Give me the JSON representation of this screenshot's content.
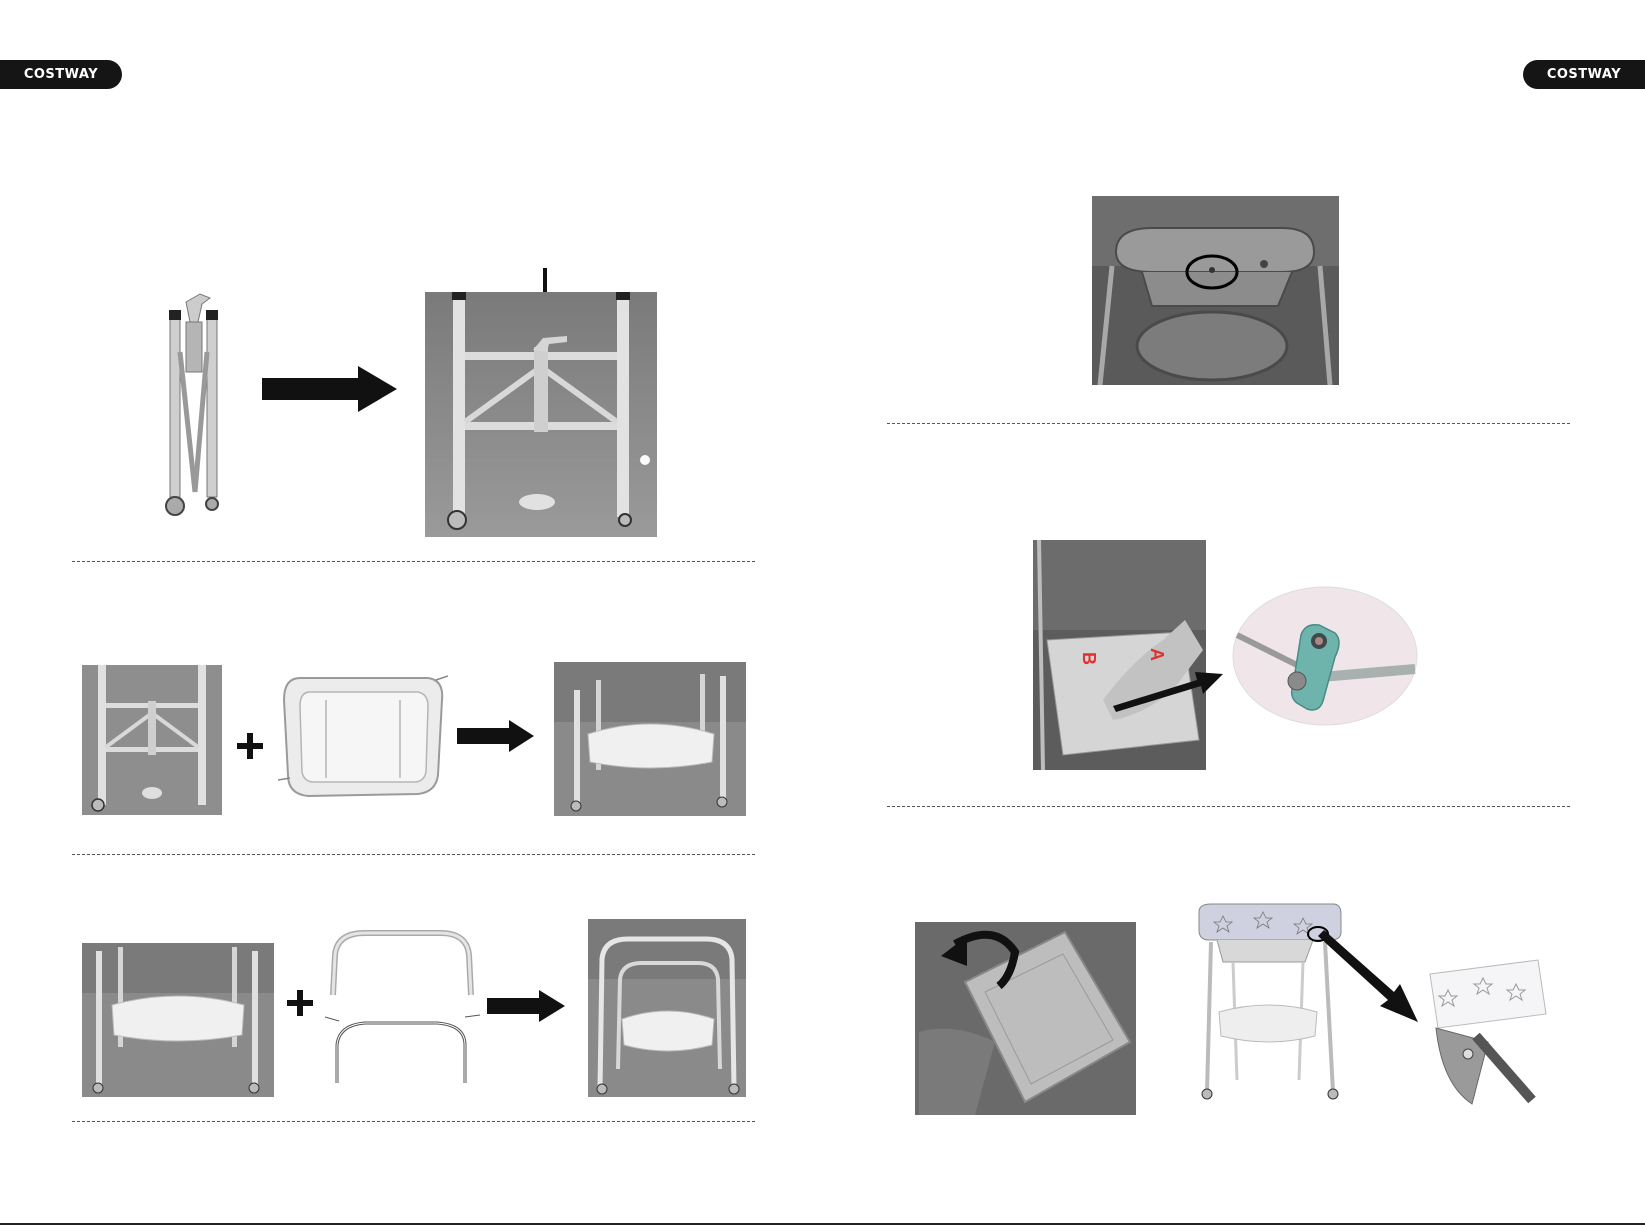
{
  "header": {
    "brand_left": "COSTWAY",
    "brand_right": "COSTWAY"
  },
  "labels": {
    "part_a": "A",
    "part_b": "B"
  },
  "colors": {
    "brand_bg": "#151515",
    "brand_text": "#ffffff",
    "part_label": "#e03030",
    "clip_teal": "#6fb3ad"
  },
  "icons": [
    "right-arrow-icon",
    "down-arrow-icon",
    "plus-icon",
    "rotate-arrow-icon"
  ]
}
